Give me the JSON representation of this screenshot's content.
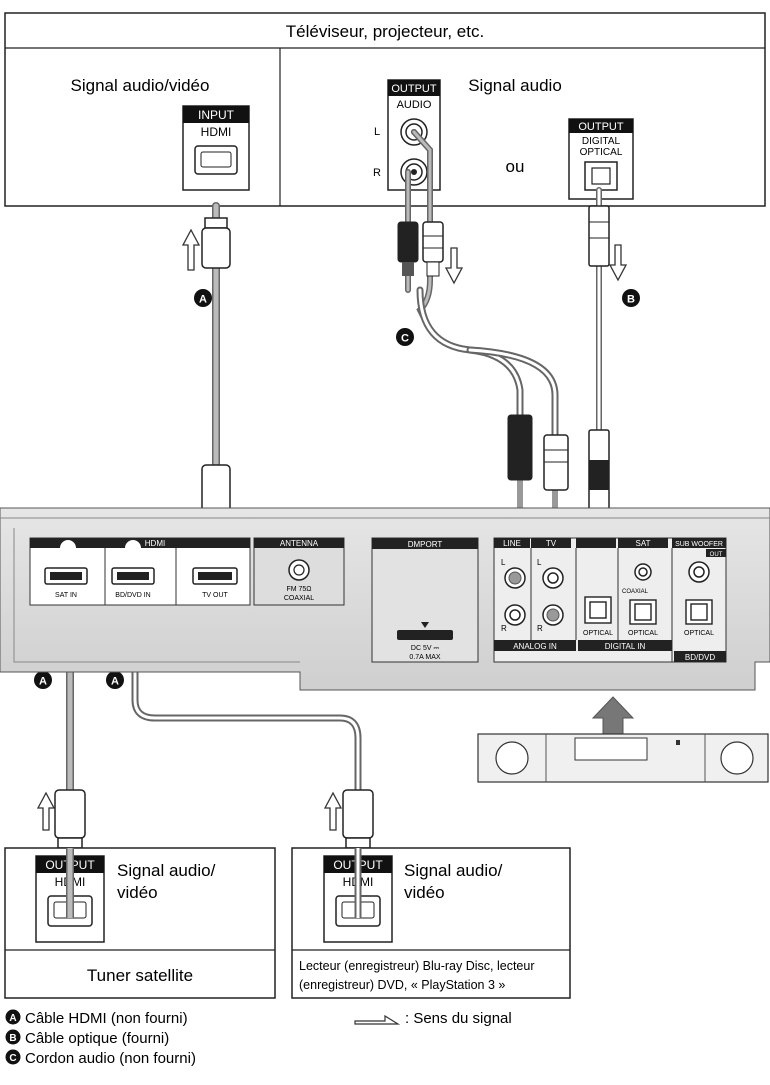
{
  "tv": {
    "title": "Téléviseur, projecteur, etc.",
    "av_signal": "Signal audio/vidéo",
    "input_label": "INPUT",
    "input_hdmi": "HDMI",
    "audio_signal": "Signal audio",
    "output_label": "OUTPUT",
    "audio_label": "AUDIO",
    "l": "L",
    "r": "R",
    "or": "ou",
    "optical_output": "OUTPUT",
    "digital": "DIGITAL",
    "optical": "OPTICAL"
  },
  "badges": {
    "a": "A",
    "b": "B",
    "c": "C"
  },
  "panel": {
    "hdmi": "HDMI",
    "sat_in": "SAT IN",
    "bd_dvd_in": "BD/DVD IN",
    "tv_out": "TV OUT",
    "antenna": "ANTENNA",
    "fm": "FM 75Ω",
    "coaxial": "COAXIAL",
    "dmport": "DMPORT",
    "dc": "DC 5V ⎓",
    "amp": "0.7A MAX",
    "line": "LINE",
    "tv": "TV",
    "sat": "SAT",
    "subwoofer": "SUB WOOFER",
    "out": "OUT",
    "l": "L",
    "r": "R",
    "coaxial_small": "COAXIAL",
    "optical": "OPTICAL",
    "analog_in": "ANALOG IN",
    "digital_in": "DIGITAL IN",
    "bd_dvd": "BD/DVD"
  },
  "devices": {
    "sat": {
      "output": "OUTPUT",
      "hdmi": "HDMI",
      "signal_line1": "Signal audio/",
      "signal_line2": "vidéo",
      "name": "Tuner satellite"
    },
    "bd": {
      "output": "OUTPUT",
      "hdmi": "HDMI",
      "signal_line1": "Signal audio/",
      "signal_line2": "vidéo",
      "name_line1": "Lecteur (enregistreur) Blu-ray Disc, lecteur",
      "name_line2": "(enregistreur) DVD, « PlayStation 3 »"
    }
  },
  "legend": {
    "a": "Câble HDMI (non fourni)",
    "b": "Câble optique (fourni)",
    "c": "Cordon audio (non fourni)",
    "signal": ": Sens du signal"
  }
}
